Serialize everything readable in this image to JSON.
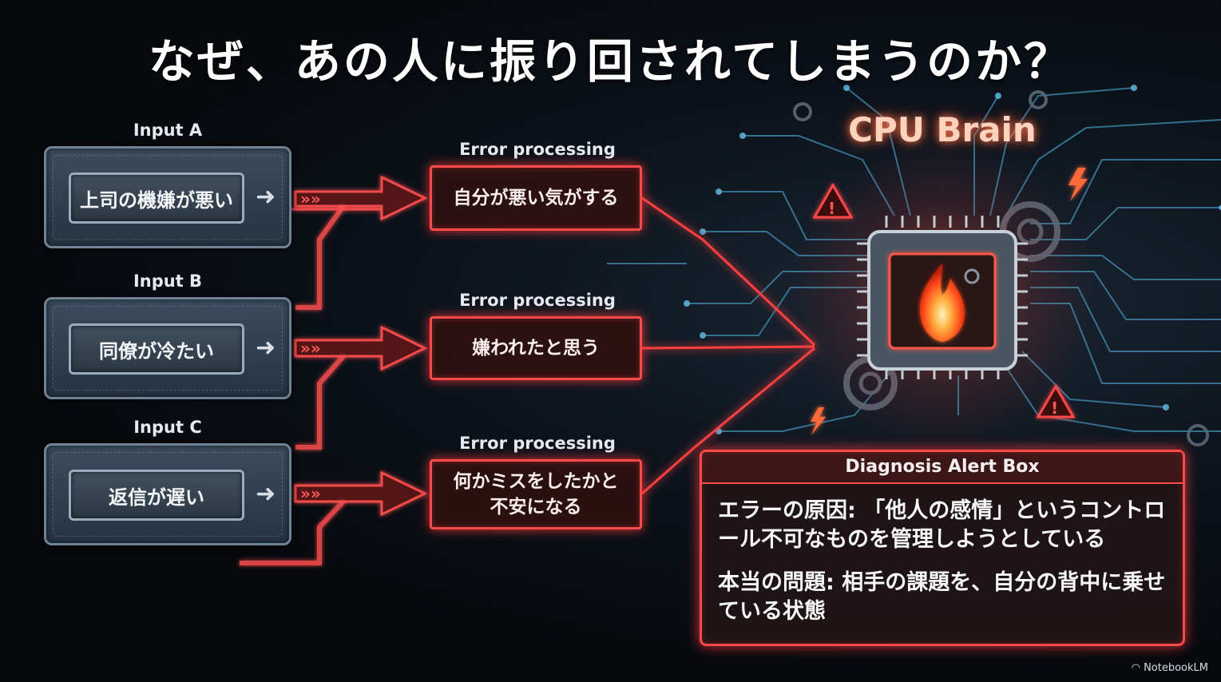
{
  "title": "なぜ、あの人に振り回されてしまうのか？",
  "inputs": [
    {
      "label": "Input A",
      "text": "上司の機嫌が悪い"
    },
    {
      "label": "Input B",
      "text": "同僚が冷たい"
    },
    {
      "label": "Input C",
      "text": "返信が遅い"
    }
  ],
  "processes": [
    {
      "label": "Error processing",
      "text": "自分が悪い気がする"
    },
    {
      "label": "Error processing",
      "text": "嫌われたと思う"
    },
    {
      "label": "Error processing",
      "text": "何かミスをしたかと\n不安になる"
    }
  ],
  "cpu_title": "CPU Brain",
  "alert": {
    "header": "Diagnosis Alert Box",
    "para1": "エラーの原因: 「他人の感情」というコントロール不可なものを管理しようとしている",
    "para2": "本当の問題: 相手の課題を、自分の背中に乗せている状態"
  },
  "brand": "NotebookLM",
  "colors": {
    "accent_red": "#ff4a4a",
    "circuit_blue": "#4fa3c7",
    "panel_steel": "#3b4c5e"
  }
}
